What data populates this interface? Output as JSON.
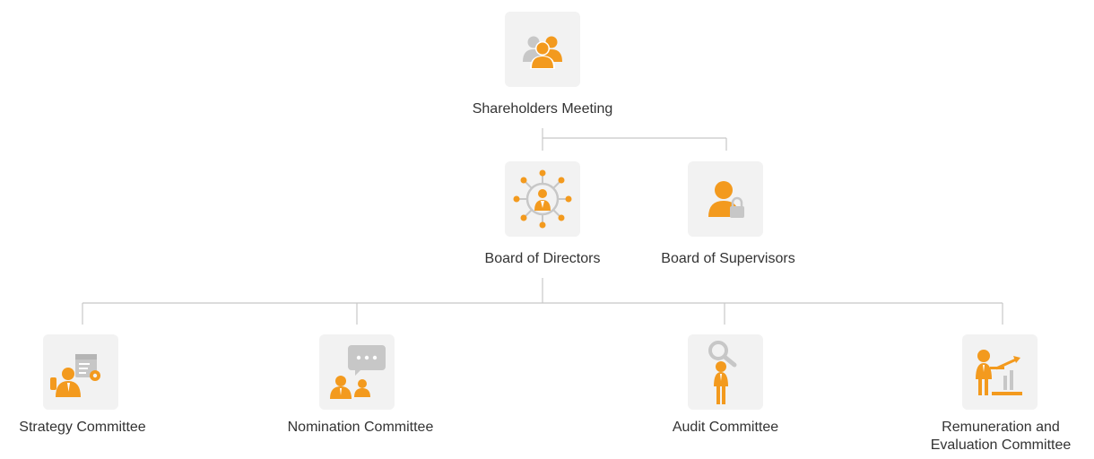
{
  "colors": {
    "accent": "#f39a1e",
    "gray": "#c7c7c7",
    "box": "#f2f2f2",
    "line": "#c8c8c8",
    "text": "#333333"
  },
  "nodes": {
    "shareholders": {
      "label": "Shareholders Meeting",
      "icon": "group-people-icon"
    },
    "board_directors": {
      "label": "Board of Directors",
      "icon": "network-person-icon"
    },
    "board_supervisors": {
      "label": "Board of Supervisors",
      "icon": "person-lock-icon"
    },
    "strategy": {
      "label": "Strategy Committee",
      "icon": "person-calendar-gear-icon"
    },
    "nomination": {
      "label": "Nomination Committee",
      "icon": "people-speech-bubble-icon"
    },
    "audit": {
      "label": "Audit Committee",
      "icon": "person-magnifier-icon"
    },
    "remuneration": {
      "label_line1": "Remuneration and",
      "label_line2": "Evaluation Committee",
      "icon": "person-presentation-chart-icon"
    }
  }
}
